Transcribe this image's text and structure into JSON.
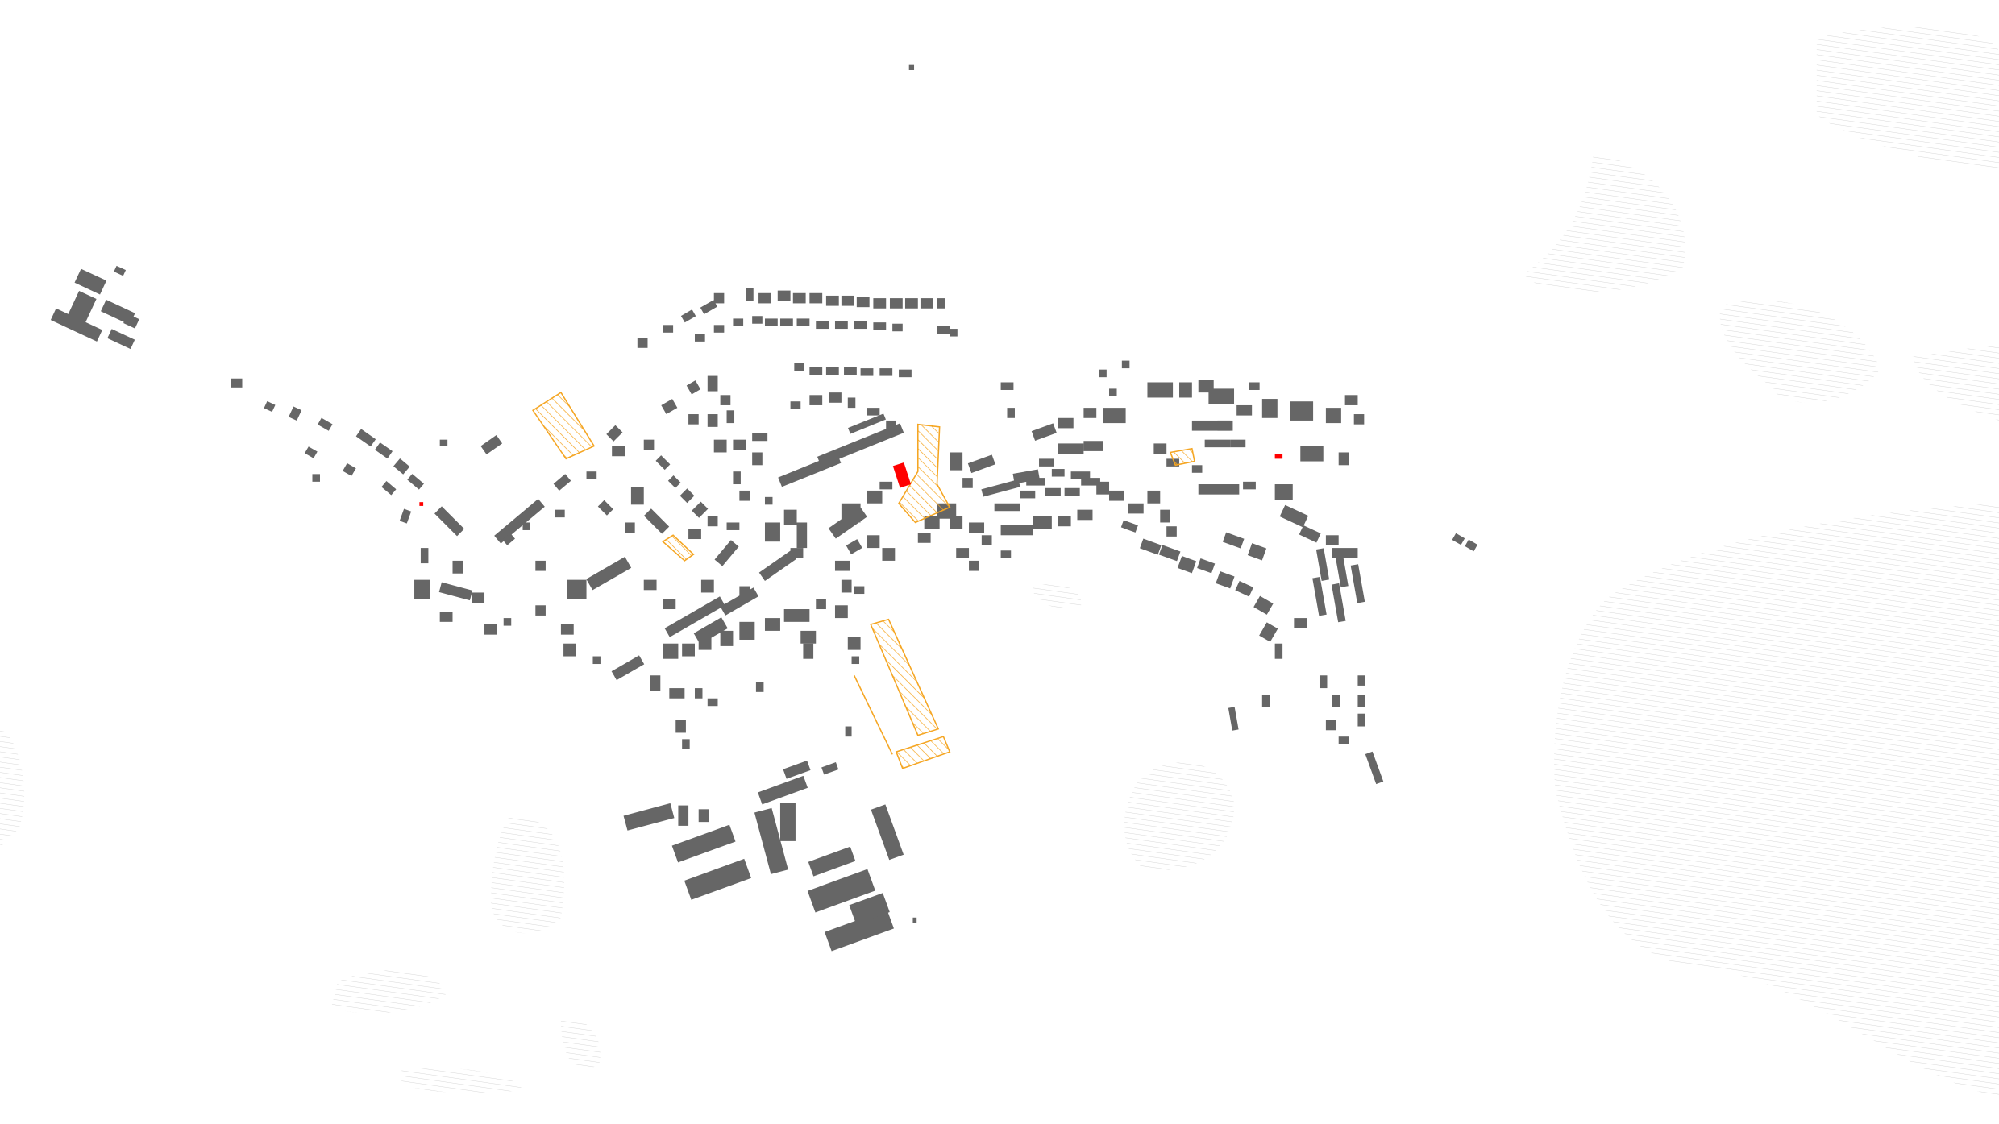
{
  "map": {
    "colors": {
      "background": "#ffffff",
      "building": "#666666",
      "highlight_building": "#ff0000",
      "project_area": "#f5a623",
      "terrain_hatch": "#d9d9d9"
    },
    "layers": [
      "terrain-hatch",
      "buildings",
      "project-areas",
      "highlighted-buildings"
    ]
  }
}
